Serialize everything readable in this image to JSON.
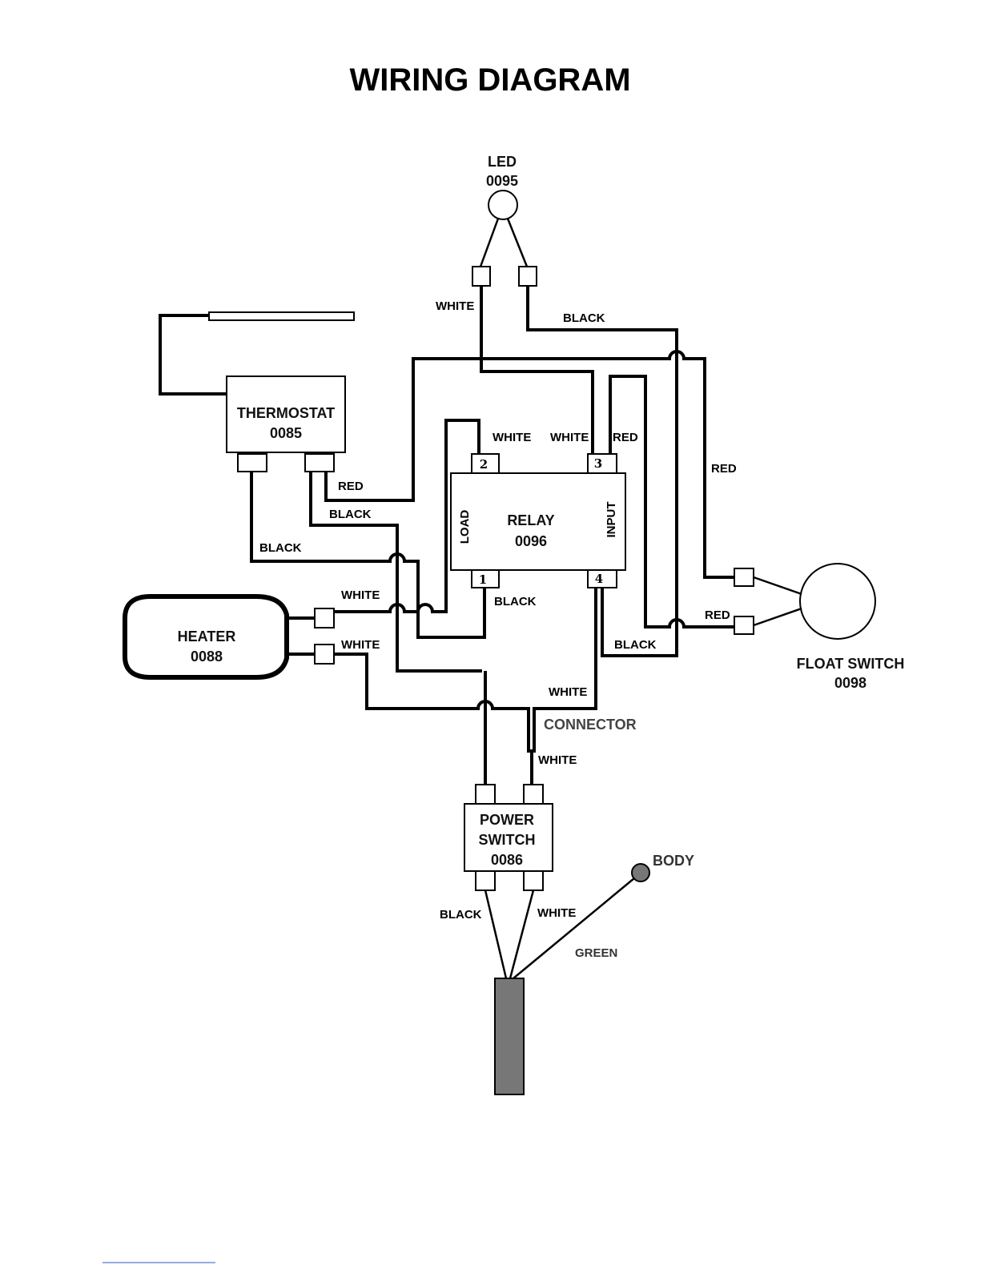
{
  "title": "WIRING DIAGRAM",
  "components": {
    "led": {
      "name": "LED",
      "code": "0095"
    },
    "thermostat": {
      "name": "THERMOSTAT",
      "code": "0085"
    },
    "relay": {
      "name": "RELAY",
      "code": "0096",
      "side_left": "LOAD",
      "side_right": "INPUT",
      "pins": [
        "2",
        "3",
        "1",
        "4"
      ]
    },
    "heater": {
      "name": "HEATER",
      "code": "0088"
    },
    "float_switch": {
      "name": "FLOAT SWITCH",
      "code": "0098"
    },
    "connector": {
      "name": "CONNECTOR"
    },
    "power_switch": {
      "name_line1": "POWER",
      "name_line2": "SWITCH",
      "code": "0086"
    },
    "body": {
      "name": "BODY"
    }
  },
  "wire_labels": {
    "led_white": "WHITE",
    "led_black": "BLACK",
    "relay2_white": "WHITE",
    "relay3_white": "WHITE",
    "relay3_red": "RED",
    "float_red_top": "RED",
    "thermo_red": "RED",
    "thermo_black_right": "BLACK",
    "thermo_black_left": "BLACK",
    "heater_white_top": "WHITE",
    "relay1_black": "BLACK",
    "float_red_bottom": "RED",
    "relay4_black": "BLACK",
    "heater_white_bottom": "WHITE",
    "connector_white_top": "WHITE",
    "connector_white_bottom": "WHITE",
    "plug_black": "BLACK",
    "plug_white": "WHITE",
    "plug_green": "GREEN"
  }
}
